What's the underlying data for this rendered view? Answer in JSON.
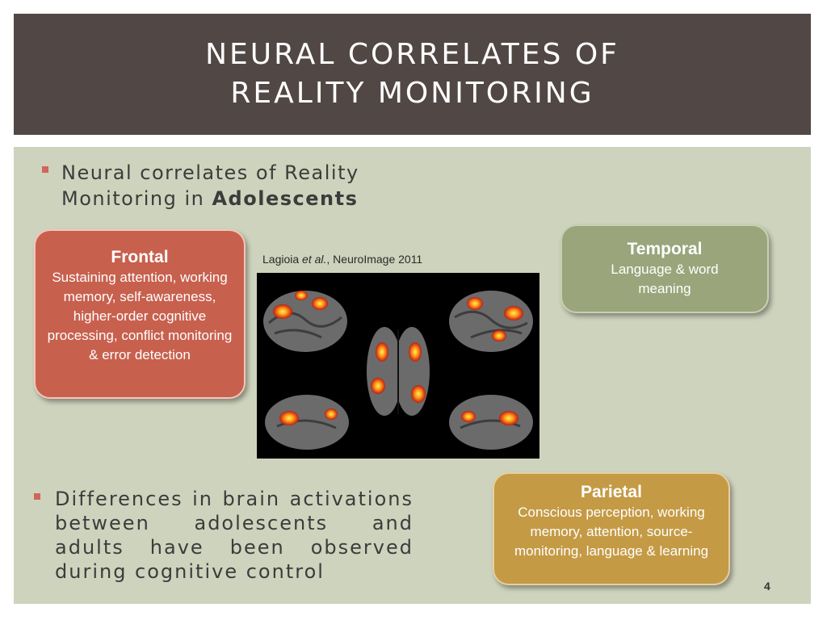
{
  "slide": {
    "title_line1": "NEURAL CORRELATES OF",
    "title_line2": "REALITY MONITORING",
    "page_number": "4"
  },
  "bullets": {
    "first_line1": "Neural correlates of Reality",
    "first_line2_prefix": "Monitoring in ",
    "first_line2_bold": "Adolescents",
    "second": "Differences in brain activations between adolescents and adults have been observed during cognitive control"
  },
  "citation": {
    "author": "Lagioia ",
    "etal": "et al.",
    "rest": ", NeuroImage 2011"
  },
  "boxes": {
    "frontal": {
      "title": "Frontal",
      "body": "Sustaining attention, working memory, self-awareness, higher-order cognitive processing, conflict monitoring & error detection",
      "color": "#c8604e"
    },
    "temporal": {
      "title": "Temporal",
      "body": "Language & word meaning",
      "color": "#9aa57b"
    },
    "parietal": {
      "title": "Parietal",
      "body": "Conscious perception, working memory, attention, source-monitoring, language & learning",
      "color": "#c49a45"
    }
  },
  "colors": {
    "header": "#514744",
    "content_bg": "#ced3bd",
    "bullet": "#d0655a"
  }
}
